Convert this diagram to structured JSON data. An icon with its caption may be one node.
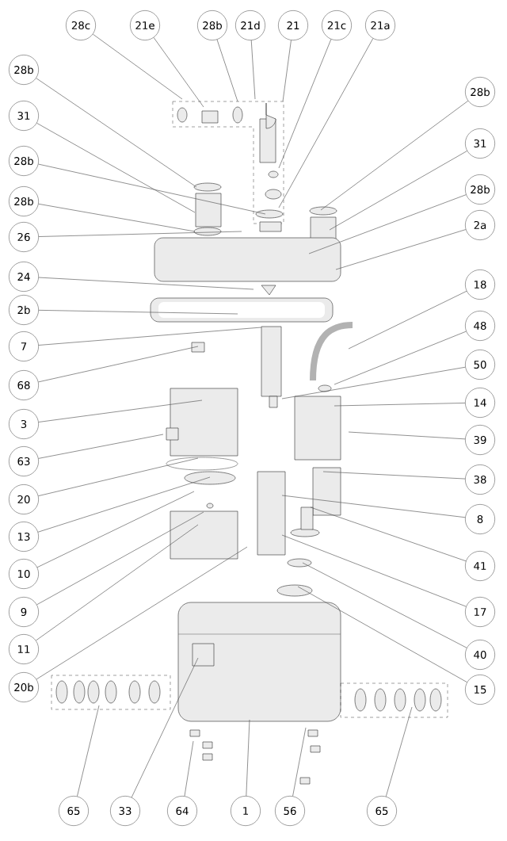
{
  "diagram": {
    "nodes": [
      {
        "text": [
          "28c"
        ]
      },
      {
        "text": [
          "21e"
        ]
      },
      {
        "text": [
          "28b"
        ]
      },
      {
        "text": [
          "21d"
        ]
      },
      {
        "text": [
          "21"
        ]
      },
      {
        "text": [
          "21c"
        ]
      },
      {
        "text": [
          "21a"
        ]
      },
      {
        "text": [
          "28b"
        ]
      },
      {
        "text": [
          "31"
        ]
      },
      {
        "text": [
          "28b"
        ]
      },
      {
        "text": [
          "28b"
        ]
      },
      {
        "text": [
          "26"
        ]
      },
      {
        "text": [
          "24"
        ]
      },
      {
        "text": [
          "2b"
        ]
      },
      {
        "text": [
          "7"
        ]
      },
      {
        "text": [
          "68"
        ]
      },
      {
        "text": [
          "3"
        ]
      },
      {
        "text": [
          "63"
        ]
      },
      {
        "text": [
          "20"
        ]
      },
      {
        "text": [
          "13"
        ]
      },
      {
        "text": [
          "10"
        ]
      },
      {
        "text": [
          "9"
        ]
      },
      {
        "text": [
          "11"
        ]
      },
      {
        "text": [
          "20b"
        ]
      },
      {
        "text": [
          "28b"
        ]
      },
      {
        "text": [
          "31"
        ]
      },
      {
        "text": [
          "28b"
        ]
      },
      {
        "text": [
          "2a"
        ]
      },
      {
        "text": [
          "18"
        ]
      },
      {
        "text": [
          "48"
        ]
      },
      {
        "text": [
          "50"
        ]
      },
      {
        "text": [
          "14"
        ]
      },
      {
        "text": [
          "39"
        ]
      },
      {
        "text": [
          "38"
        ]
      },
      {
        "text": [
          "8"
        ]
      },
      {
        "text": [
          "41"
        ]
      },
      {
        "text": [
          "17"
        ]
      },
      {
        "text": [
          "40"
        ]
      },
      {
        "text": [
          "15"
        ]
      },
      {
        "text": [
          "65"
        ]
      },
      {
        "text": [
          "33"
        ]
      },
      {
        "text": [
          "64"
        ]
      },
      {
        "text": [
          "1"
        ]
      },
      {
        "text": [
          "56"
        ]
      },
      {
        "text": [
          "65"
        ]
      }
    ],
    "edges": [
      {
        "from": 0,
        "to": null,
        "arrow": "none"
      },
      {
        "from": 1,
        "to": null,
        "arrow": "none"
      },
      {
        "from": 2,
        "to": null,
        "arrow": "none"
      },
      {
        "from": 3,
        "to": null,
        "arrow": "none"
      },
      {
        "from": 4,
        "to": null,
        "arrow": "none"
      },
      {
        "from": 5,
        "to": null,
        "arrow": "none"
      },
      {
        "from": 6,
        "to": null,
        "arrow": "none"
      },
      {
        "from": 7,
        "to": null,
        "arrow": "none"
      },
      {
        "from": 8,
        "to": null,
        "arrow": "none"
      },
      {
        "from": 9,
        "to": null,
        "arrow": "none"
      },
      {
        "from": 10,
        "to": null,
        "arrow": "none"
      },
      {
        "from": 11,
        "to": null,
        "arrow": "none"
      },
      {
        "from": 12,
        "to": null,
        "arrow": "none"
      },
      {
        "from": 13,
        "to": null,
        "arrow": "none"
      },
      {
        "from": 14,
        "to": null,
        "arrow": "none"
      },
      {
        "from": 15,
        "to": null,
        "arrow": "none"
      },
      {
        "from": 16,
        "to": null,
        "arrow": "none"
      },
      {
        "from": 17,
        "to": null,
        "arrow": "none"
      },
      {
        "from": 18,
        "to": null,
        "arrow": "none"
      },
      {
        "from": 19,
        "to": null,
        "arrow": "none"
      },
      {
        "from": 20,
        "to": null,
        "arrow": "none"
      },
      {
        "from": 21,
        "to": null,
        "arrow": "none"
      },
      {
        "from": 22,
        "to": null,
        "arrow": "none"
      },
      {
        "from": 23,
        "to": null,
        "arrow": "none"
      },
      {
        "from": 24,
        "to": null,
        "arrow": "none"
      },
      {
        "from": 25,
        "to": null,
        "arrow": "none"
      },
      {
        "from": 26,
        "to": null,
        "arrow": "none"
      },
      {
        "from": 27,
        "to": null,
        "arrow": "none"
      },
      {
        "from": 28,
        "to": null,
        "arrow": "none"
      },
      {
        "from": 29,
        "to": null,
        "arrow": "none"
      },
      {
        "from": 30,
        "to": null,
        "arrow": "none"
      },
      {
        "from": 31,
        "to": null,
        "arrow": "none"
      },
      {
        "from": 32,
        "to": null,
        "arrow": "none"
      },
      {
        "from": 33,
        "to": null,
        "arrow": "none"
      },
      {
        "from": 34,
        "to": null,
        "arrow": "none"
      },
      {
        "from": 35,
        "to": null,
        "arrow": "none"
      },
      {
        "from": 36,
        "to": null,
        "arrow": "none"
      },
      {
        "from": 37,
        "to": null,
        "arrow": "none"
      },
      {
        "from": 38,
        "to": null,
        "arrow": "none"
      },
      {
        "from": 39,
        "to": null,
        "arrow": "none"
      },
      {
        "from": 40,
        "to": null,
        "arrow": "none"
      },
      {
        "from": 41,
        "to": null,
        "arrow": "none"
      },
      {
        "from": 42,
        "to": null,
        "arrow": "none"
      },
      {
        "from": 43,
        "to": null,
        "arrow": "none"
      },
      {
        "from": 44,
        "to": null,
        "arrow": "none"
      }
    ]
  }
}
